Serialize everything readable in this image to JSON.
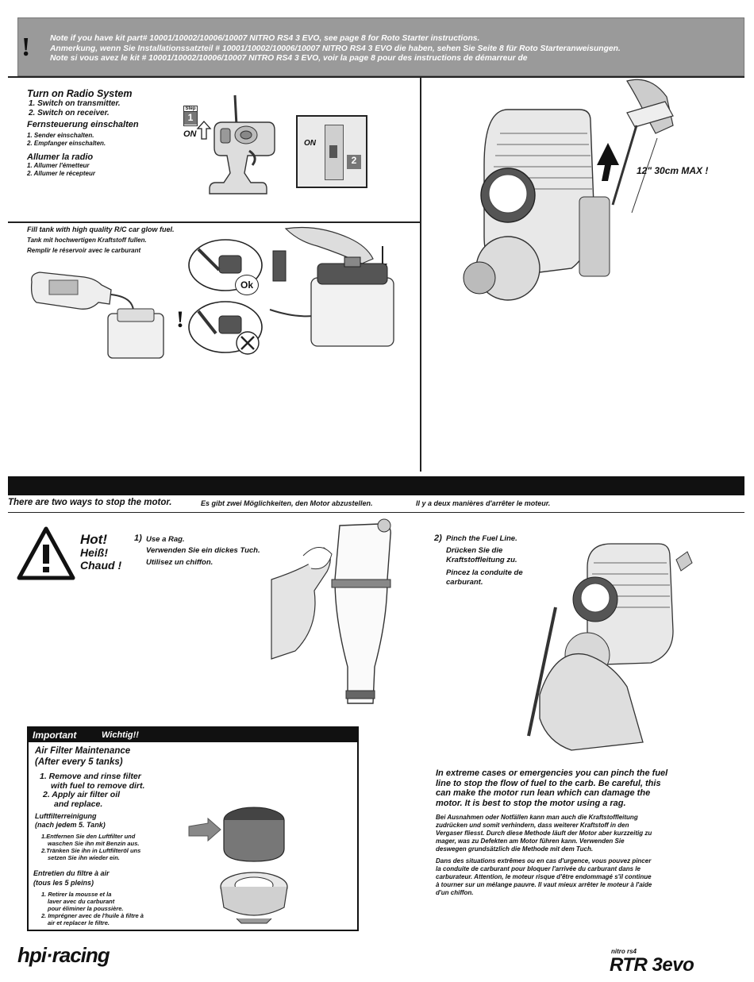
{
  "banner": {
    "line_en": "Note if you have kit part# 10001/10002/10006/10007 NITRO RS4 3 EVO, see page 8 for Roto Starter instructions.",
    "line_de": "Anmerkung, wenn Sie Installationssatzteil # 10001/10002/10006/10007 NITRO RS4 3 EVO die haben, sehen Sie Seite 8 für Roto Starteranweisungen.",
    "line_fr": "Note si vous avez le kit # 10001/10002/10006/10007 NITRO RS4 3 EVO, voir la page 8 pour des instructions de démarreur de"
  },
  "radio": {
    "title_en": "Turn on Radio System",
    "step1_en": "1. Switch on transmitter.",
    "step2_en": "2. Switch on receiver.",
    "title_de": "Fernsteuerung einschalten",
    "step1_de": "1. Sender einschalten.",
    "step2_de": "2. Empfanger einschalten.",
    "title_fr": "Allumer la radio",
    "step1_fr": "1. Allumer l'émetteur",
    "step2_fr": "2. Allumer le récepteur",
    "step_label": "Step",
    "step_one": "1",
    "step_two": "2",
    "on_label": "ON",
    "on_label_switch": "ON"
  },
  "fuel": {
    "line_en": "Fill tank with high quality R/C car glow fuel.",
    "line_de": "Tank mit hochwertigen Kraftstoff fullen.",
    "line_fr": "Remplir le réservoir avec le carburant",
    "ok_label": "Ok"
  },
  "starter": {
    "measure": "12\"   30cm MAX !"
  },
  "stop": {
    "intro_en": "There are two ways to stop the motor.",
    "intro_de": "Es gibt zwei Möglichkeiten, den Motor abzustellen.",
    "intro_fr": "Il y a deux manières d'arrêter le moteur.",
    "hot_en": "Hot!",
    "hot_de": "Heiß!",
    "hot_fr": "Chaud !",
    "m1_num": "1)",
    "m1_en": "Use a Rag.",
    "m1_de": "Verwenden Sie ein dickes Tuch.",
    "m1_fr": "Utilisez un chiffon.",
    "m2_num": "2)",
    "m2_en": "Pinch the Fuel Line.",
    "m2_de_1": "Drücken Sie die",
    "m2_de_2": "Kraftstoffleitung zu.",
    "m2_fr_1": "Pincez la conduite de",
    "m2_fr_2": "carburant.",
    "caution_en": [
      "In extreme cases or emergencies you can pinch the fuel",
      "line to stop the flow of fuel to the carb. Be careful, this",
      "can make the motor run lean which can damage the",
      "motor. It is best to stop the motor using a rag."
    ],
    "caution_de": [
      "Bei Ausnahmen oder Notfällen kann man auch die Kraftstoffleitung",
      "zudrücken und somit verhindern, dass weiterer Kraftstoff in den",
      "Vergaser fliesst. Durch diese Methode läuft der Motor aber kurzzeitig zu",
      "mager, was zu Defekten am Motor führen kann. Verwenden Sie",
      "deswegen grundsätzlich die Methode mit dem Tuch."
    ],
    "caution_fr": [
      "Dans des situations extrêmes ou en cas d'urgence, vous pouvez pincer",
      "la conduite de carburant pour bloquer l'arrivée du carburant dans le",
      "carburateur. Attention, le moteur risque d'être endommagé s'il continue",
      "à tourner sur un mélange pauvre. Il vaut mieux arrêter le moteur à l'aide",
      "d'un chiffon."
    ]
  },
  "important": {
    "label_en": "Important",
    "label_de": "Wichtig!!",
    "title_1": "Air Filter Maintenance",
    "title_2": "(After every 5 tanks)",
    "en_1a": "1. Remove and rinse filter",
    "en_1b": "with fuel to remove dirt.",
    "en_2a": "2. Apply air filter oil",
    "en_2b": "and replace.",
    "de_title_1": "Luftfilterreinigung",
    "de_title_2": "(nach jedem 5. Tank)",
    "de_1a": "1.Entfernen Sie den Luftfilter und",
    "de_1b": "waschen Sie ihn mit Benzin aus.",
    "de_2a": "2.Tränken Sie ihn in Luftfilteröl uns",
    "de_2b": "setzen Sie ihn wieder ein.",
    "fr_title_1": "Entretien du filtre à air",
    "fr_title_2": "(tous les 5 pleins)",
    "fr_1a": "1. Retirer la mousse et la",
    "fr_1b": "laver avec du carburant",
    "fr_1c": "pour éliminer la poussière.",
    "fr_2a": "2. Imprégner avec de l'huile à filtre à",
    "fr_2b": "air et replacer le filtre."
  },
  "footer": {
    "brand_left": "hpi·racing",
    "brand_right_small": "nitro rs4",
    "brand_right": "RTR 3evo"
  }
}
